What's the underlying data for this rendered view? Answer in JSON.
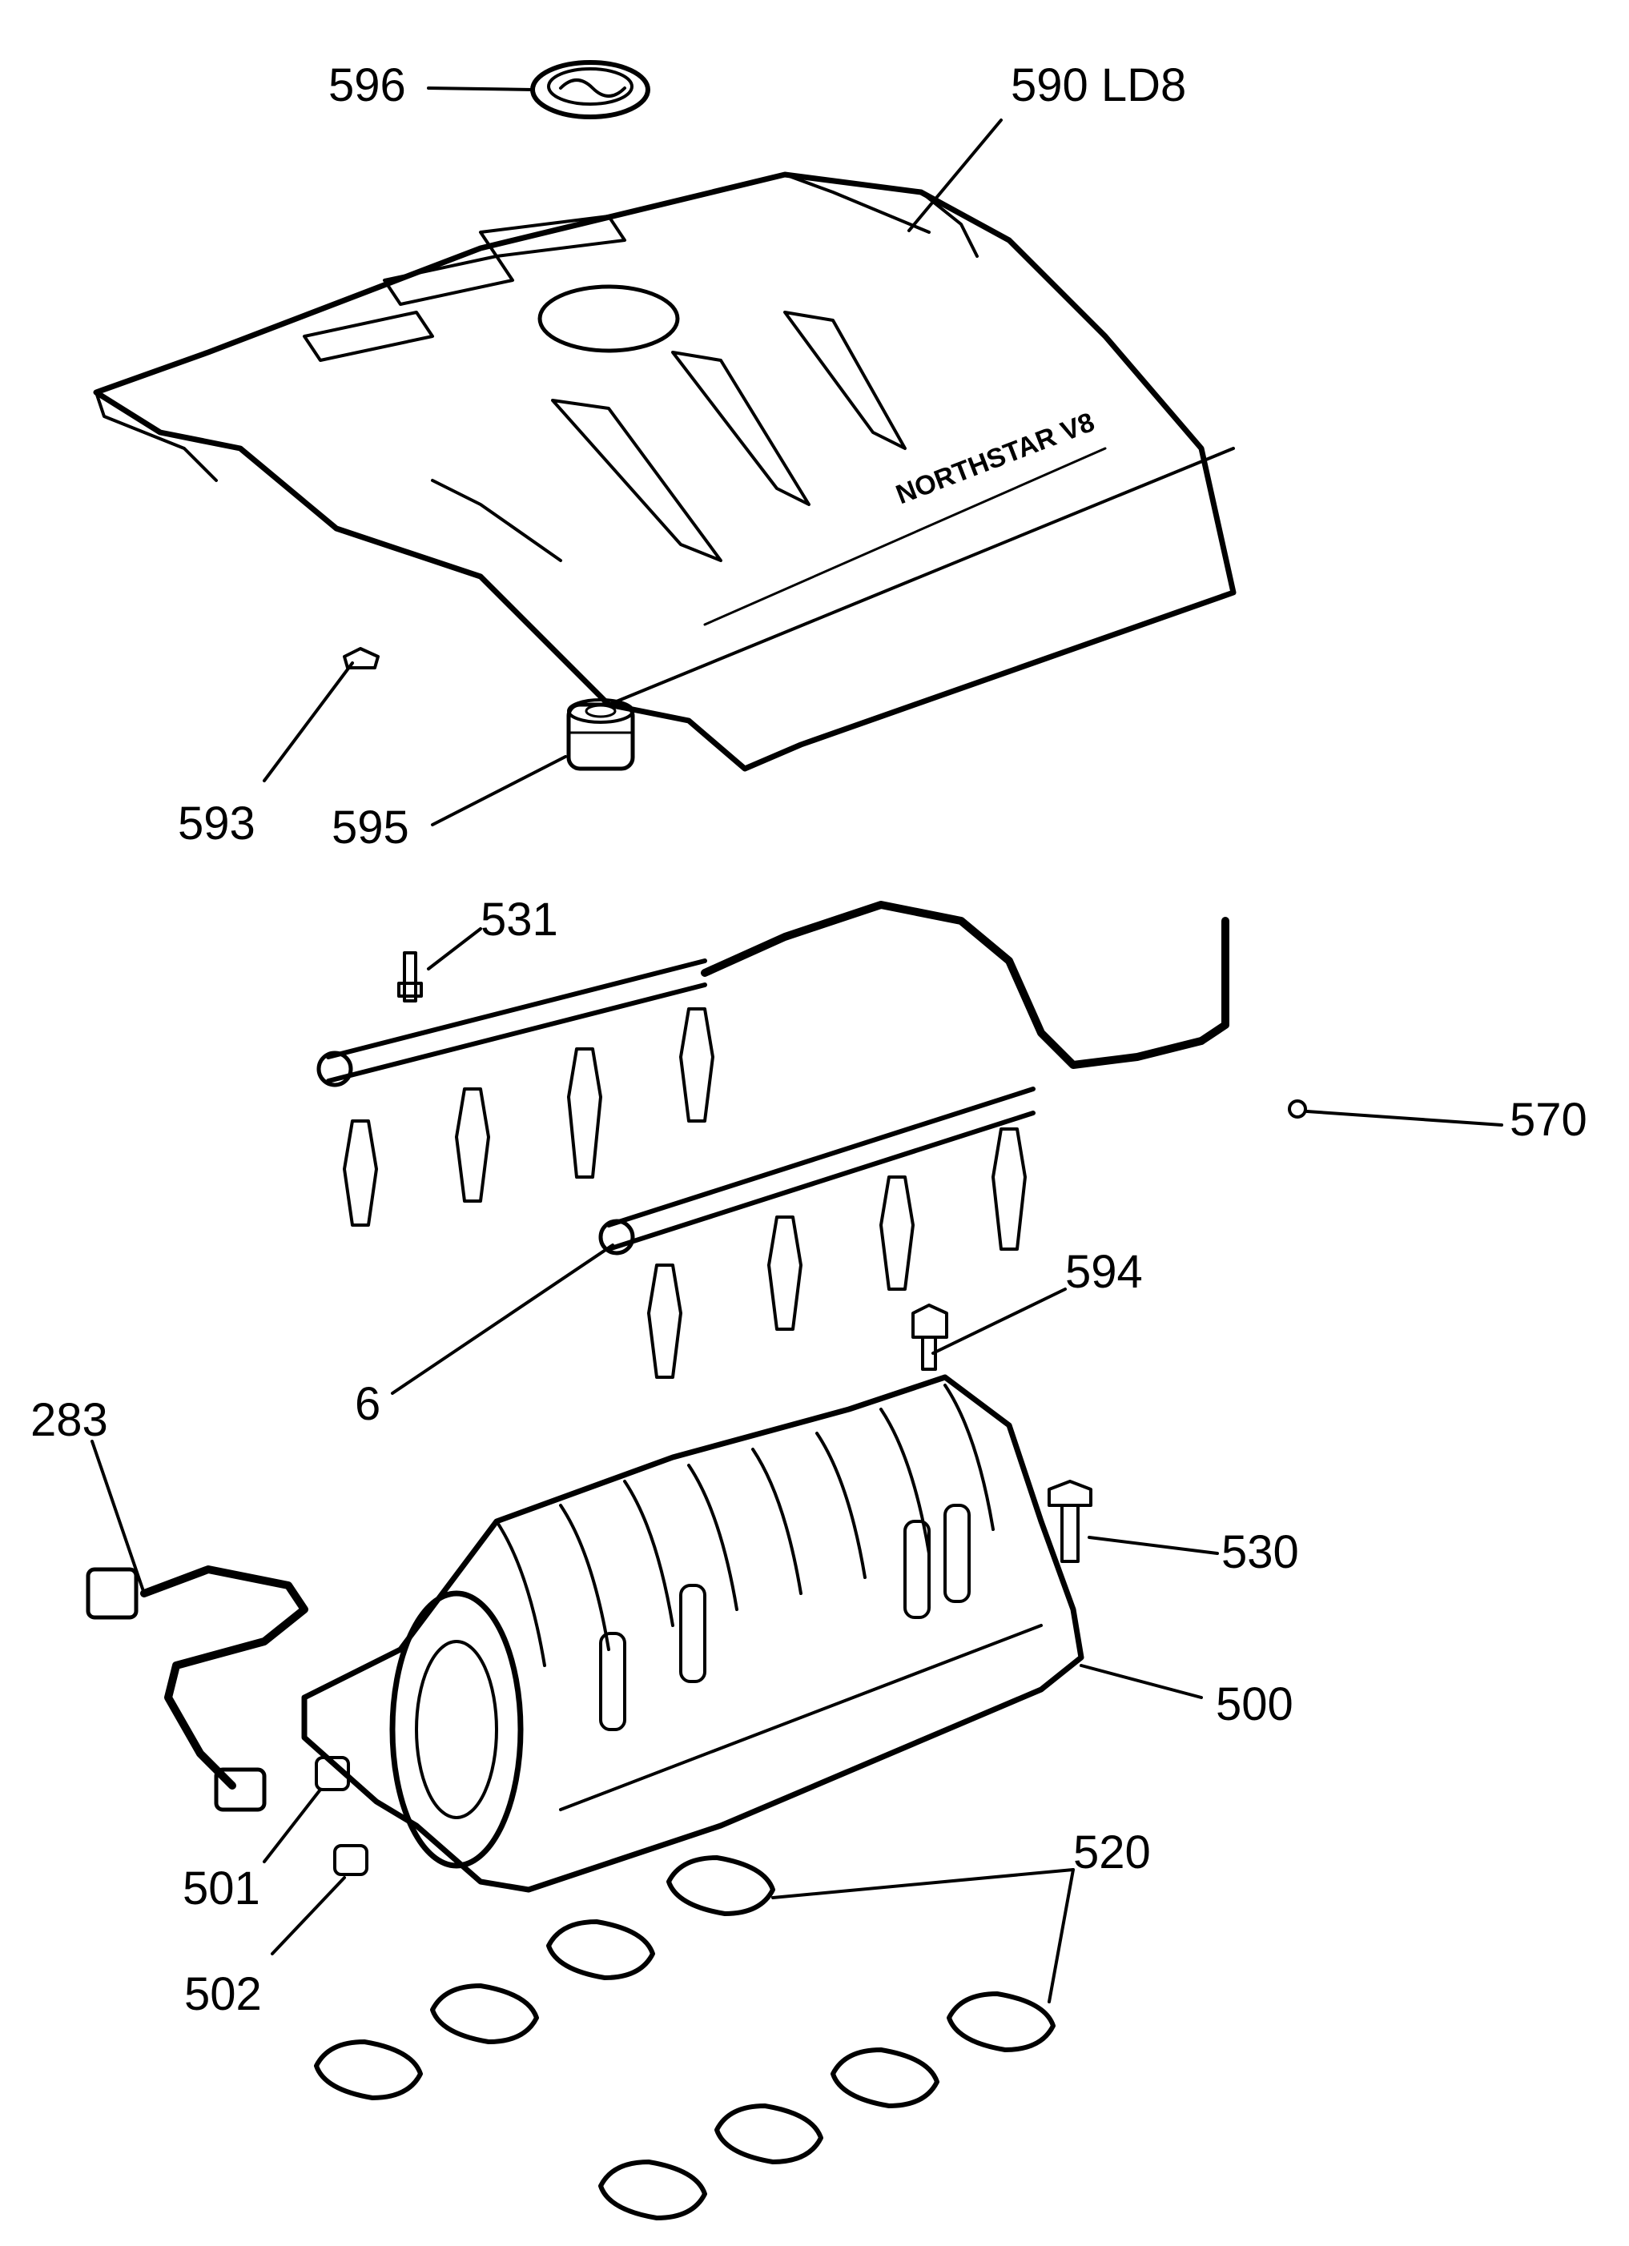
{
  "callouts": {
    "c596": "596",
    "c590": "590 LD8",
    "c593": "593",
    "c595": "595",
    "c531": "531",
    "c570": "570",
    "c594": "594",
    "c6": "6",
    "c283": "283",
    "c530": "530",
    "c500": "500",
    "c520": "520",
    "c501": "501",
    "c502": "502"
  },
  "cover_text": "NORTHSTAR V8",
  "colors": {
    "line": "#000000",
    "background": "#ffffff"
  }
}
